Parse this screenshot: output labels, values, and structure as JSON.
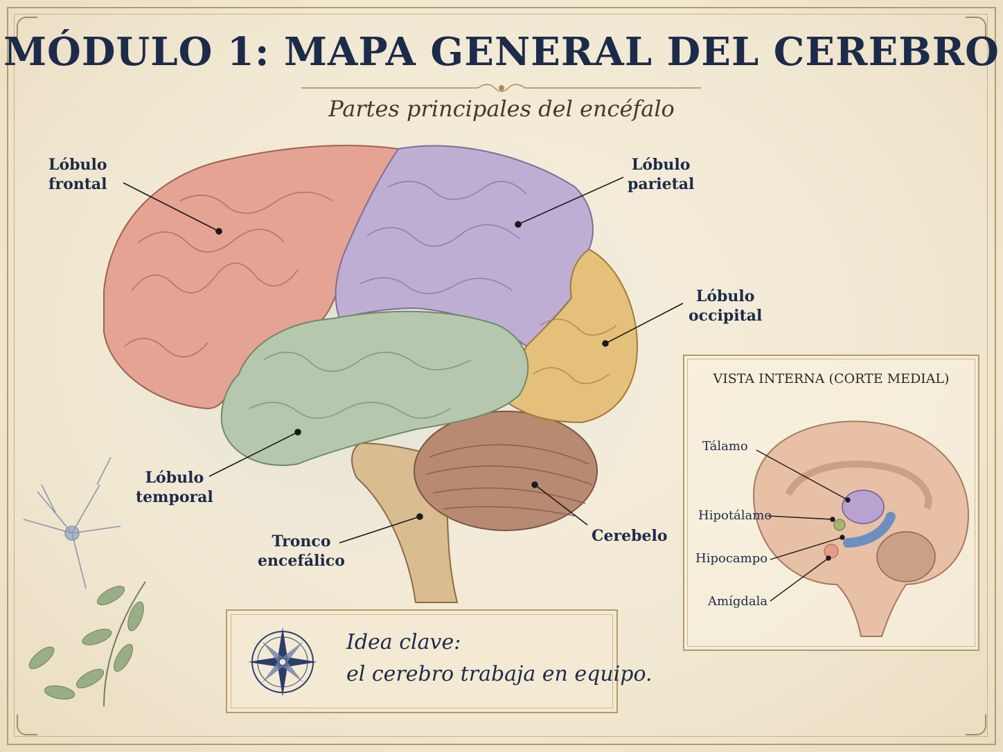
{
  "header": {
    "title": "MÓDULO 1:  MAPA GENERAL DEL CEREBRO",
    "subtitle": "Partes principales del encéfalo"
  },
  "labels": {
    "frontal": [
      "Lóbulo",
      "frontal"
    ],
    "parietal": [
      "Lóbulo",
      "parietal"
    ],
    "occipital": [
      "Lóbulo",
      "occipital"
    ],
    "temporal": [
      "Lóbulo",
      "temporal"
    ],
    "tronco": [
      "Tronco",
      "encefálico"
    ],
    "cerebelo": "Cerebelo"
  },
  "inset": {
    "title": "VISTA INTERNA (CORTE MEDIAL)",
    "labels": {
      "talamo": "Tálamo",
      "hipotalamo": "Hipotálamo",
      "hipocampo": "Hipocampo",
      "amigdala": "Amígdala"
    }
  },
  "key_idea": {
    "title": "Idea clave:",
    "text": "el cerebro trabaja en equipo."
  },
  "colors": {
    "title_ink": "#1c2b4a",
    "frontal": "#e4a393",
    "parietal": "#bfaed3",
    "temporal": "#b5c8ad",
    "occipital": "#e4c07a",
    "cerebelo": "#b98a72",
    "tronco": "#d9bc8f"
  }
}
